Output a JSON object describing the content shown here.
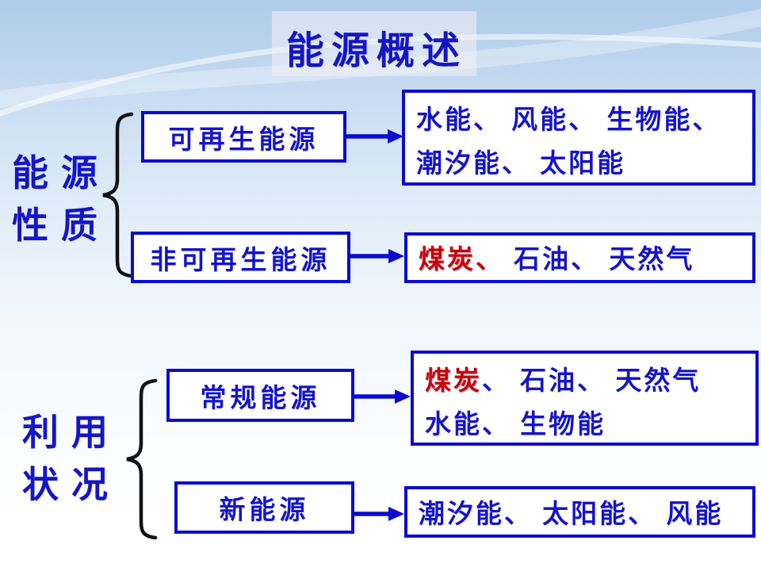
{
  "title": {
    "text": "能源概述"
  },
  "colors": {
    "text_blue": "#1515c8",
    "border_blue": "#0b0bd0",
    "highlight_red": "#cc0000",
    "brace_black": "#111111",
    "background_top": "#aecbe9",
    "background_bottom": "#ffffff"
  },
  "groups": [
    {
      "label_lines": [
        "能源",
        "性质"
      ],
      "branches": [
        {
          "box_label": "可再生能源",
          "results": [
            {
              "segments": [
                {
                  "text": "水能、 风能、 生物能、",
                  "color": "blue"
                }
              ]
            },
            {
              "segments": [
                {
                  "text": "潮汐能、 太阳能",
                  "color": "blue"
                }
              ]
            }
          ]
        },
        {
          "box_label": "非可再生能源",
          "results": [
            {
              "segments": [
                {
                  "text": "煤炭、",
                  "color": "red"
                },
                {
                  "text": " 石油、 天然气",
                  "color": "blue"
                }
              ]
            }
          ]
        }
      ]
    },
    {
      "label_lines": [
        "利用",
        "状况"
      ],
      "branches": [
        {
          "box_label": "常规能源",
          "results": [
            {
              "segments": [
                {
                  "text": "煤炭",
                  "color": "red"
                },
                {
                  "text": "、 石油、  天然气",
                  "color": "blue"
                }
              ]
            },
            {
              "segments": [
                {
                  "text": "水能、 生物能",
                  "color": "blue"
                }
              ]
            }
          ]
        },
        {
          "box_label": "新能源",
          "results": [
            {
              "segments": [
                {
                  "text": "潮汐能、 太阳能、 风能",
                  "color": "blue"
                }
              ]
            }
          ]
        }
      ]
    }
  ]
}
